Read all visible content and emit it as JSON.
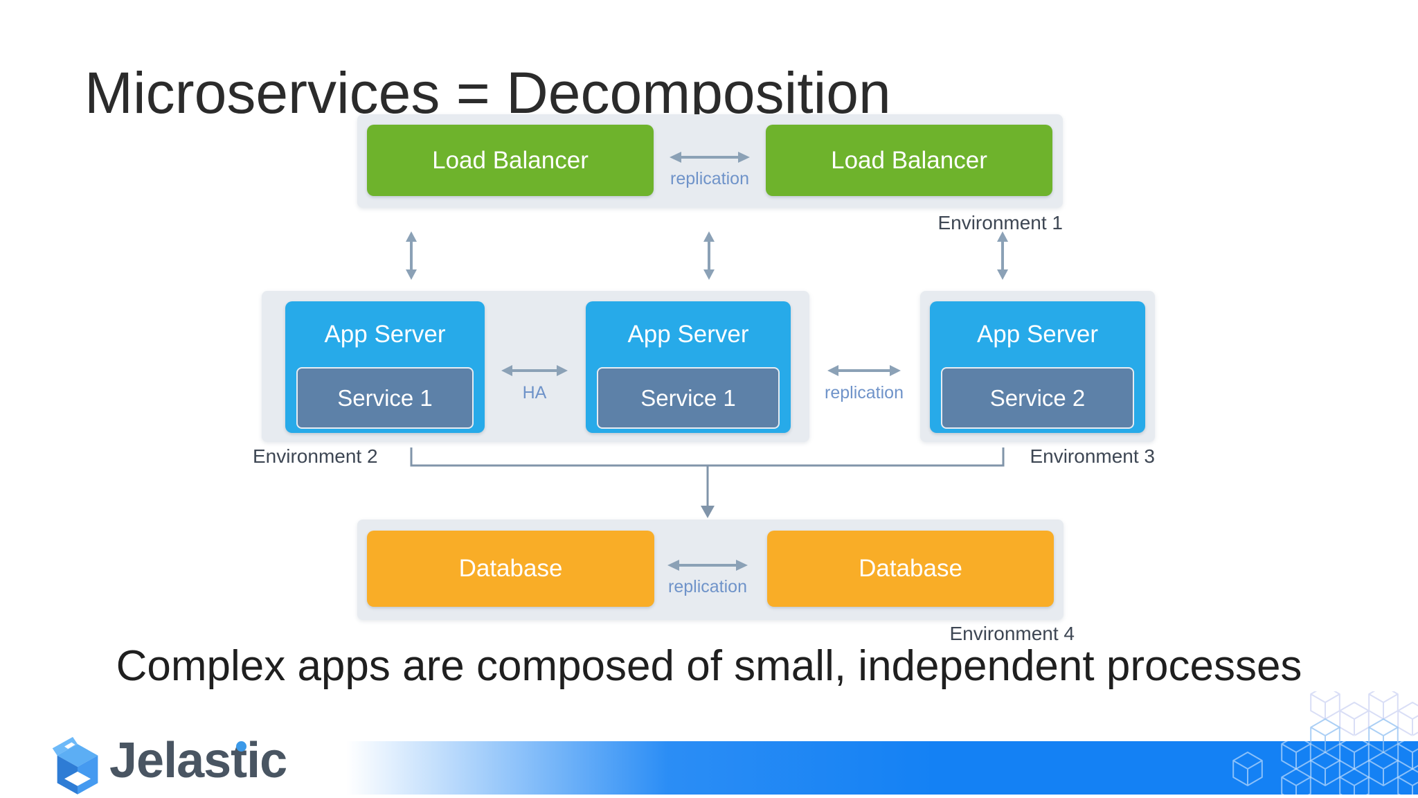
{
  "page": {
    "title": "Microservices = Decomposition",
    "caption": "Complex apps are composed of small, independent processes"
  },
  "diagram": {
    "lb": {
      "left": "Load Balancer",
      "right": "Load Balancer",
      "replication": "replication",
      "env": "Environment 1"
    },
    "apps": {
      "env2": "Environment 2",
      "env3": "Environment 3",
      "server1": {
        "title": "App Server",
        "service": "Service 1"
      },
      "server2": {
        "title": "App Server",
        "service": "Service 1"
      },
      "server3": {
        "title": "App Server",
        "service": "Service 2"
      },
      "ha": "HA",
      "replication": "replication"
    },
    "db": {
      "left": "Database",
      "right": "Database",
      "replication": "replication",
      "env": "Environment 4"
    }
  },
  "logo": {
    "text": "Jelastic"
  },
  "colors": {
    "green": "#6eb32c",
    "app_blue": "#27aae9",
    "service_slate": "#5d81a8",
    "db_orange": "#f9ad27",
    "container_gray": "#e7ebf0",
    "link_text": "#6f93c9",
    "arrow": "#8ba1b6",
    "bracket": "#8094a9",
    "bar_blue": "#1481f4",
    "title_text": "#2b2b2b",
    "env_text": "#3d4653",
    "logo_text": "#495562"
  }
}
